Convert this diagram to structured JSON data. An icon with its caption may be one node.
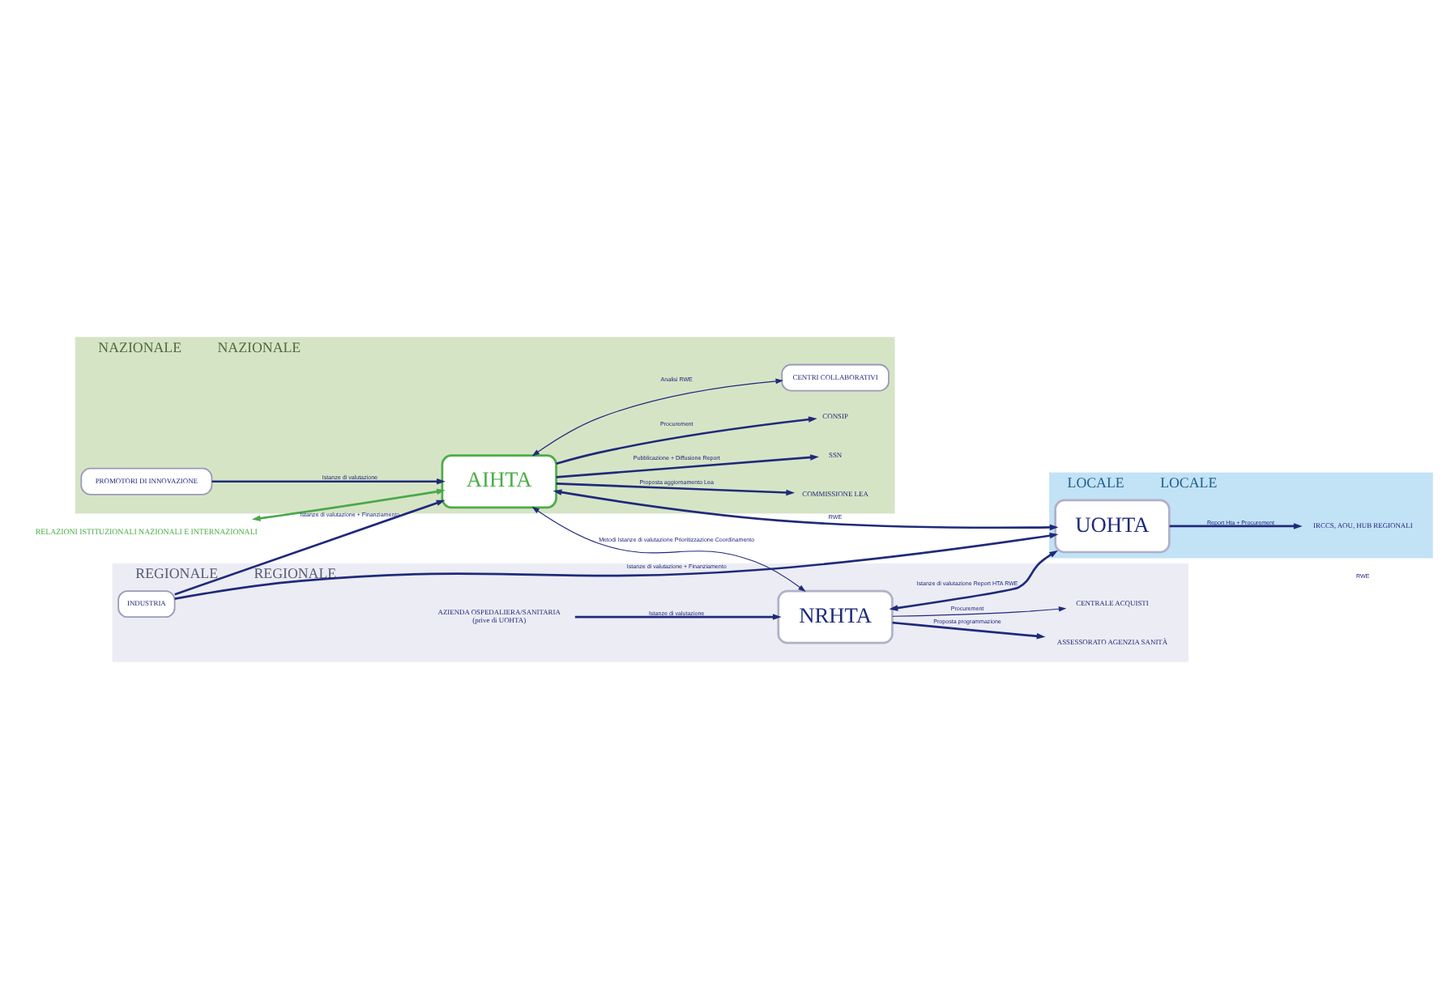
{
  "diagram": {
    "nodes": [
      {
        "text": [
          "RELAZIONI ISTITUZIONALI NAZIONALI E INTERNAZIONALI"
        ]
      },
      {
        "text": [
          "NAZIONALE",
          "NAZIONALE"
        ]
      },
      {
        "text": [
          "PROMOTORI DI INNOVAZIONE"
        ],
        "in": 1
      },
      {
        "text": [
          "AIHTA"
        ],
        "in": 1
      },
      {
        "text": [
          "COMMISSIONE LEA"
        ],
        "in": 1
      },
      {
        "text": [
          "SSN"
        ],
        "in": 1
      },
      {
        "text": [
          "CONSIP"
        ],
        "in": 1
      },
      {
        "text": [
          "CENTRI COLLABORATIVI"
        ],
        "in": 1
      },
      {
        "text": [
          "REGIONALE",
          "REGIONALE"
        ]
      },
      {
        "text": [
          "INDUSTRIA"
        ],
        "in": 8
      },
      {
        "text": [
          "NRHTA"
        ],
        "in": 8
      },
      {
        "text": [
          "ASSESSORATO AGENZIA SANITÀ"
        ],
        "in": 8
      },
      {
        "text": [
          "CENTRALE ACQUISTI"
        ],
        "in": 8
      },
      {
        "text": [
          "AZIENDA OSPEDALIERA/SANITARIA",
          "(prive di UOHTA)"
        ],
        "in": 8
      },
      {
        "text": [
          "LOCALE",
          "LOCALE"
        ]
      },
      {
        "text": [
          "UOHTA"
        ],
        "in": 14
      },
      {
        "text": [
          "IRCCS, AOU, HUB REGIONALI"
        ],
        "in": 14
      }
    ],
    "edges": [
      {
        "from": 0,
        "to": 3,
        "arrow": "both",
        "color": "#4aa84a"
      },
      {
        "from": 2,
        "to": 3,
        "arrow": "to",
        "label": "Istanze di valutazione"
      },
      {
        "from": 9,
        "to": 3,
        "arrow": "to",
        "label": "Istanze di valutazione + Finanziamento"
      },
      {
        "from": 15,
        "to": 3,
        "arrow": "both",
        "label": "RWE"
      },
      {
        "from": 3,
        "to": 4,
        "arrow": "to",
        "label": "Proposta aggiornamento Lea"
      },
      {
        "from": 3,
        "to": 5,
        "arrow": "to",
        "label": "Pubblicazione + Diffusione Report"
      },
      {
        "from": 3,
        "to": 6,
        "arrow": "to",
        "label": "Procurement"
      },
      {
        "from": 3,
        "to": 7,
        "arrow": "both",
        "label": "Analisi RWE"
      },
      {
        "from": 3,
        "to": 10,
        "arrow": "both",
        "label": "Metodi Istanze di valutazione Prioritizzazione Coordinamento"
      },
      {
        "from": 13,
        "to": 10,
        "arrow": "to",
        "label": "Istanze di valutazione"
      },
      {
        "from": 10,
        "to": 11,
        "arrow": "to",
        "label": "Proposta programmazione"
      },
      {
        "from": 10,
        "to": 12,
        "arrow": "to",
        "label": "Procurement"
      },
      {
        "from": 10,
        "to": 15,
        "arrow": "both",
        "label": "Istanze di valutazione Report HTA RWE"
      },
      {
        "from": 9,
        "to": 15,
        "arrow": "to",
        "label": "Istanze di valutazione + Finanziamento"
      },
      {
        "from": 15,
        "to": 16,
        "arrow": "to",
        "label": "Report Hta + Procurement"
      }
    ],
    "labels": [
      "RWE"
    ]
  }
}
